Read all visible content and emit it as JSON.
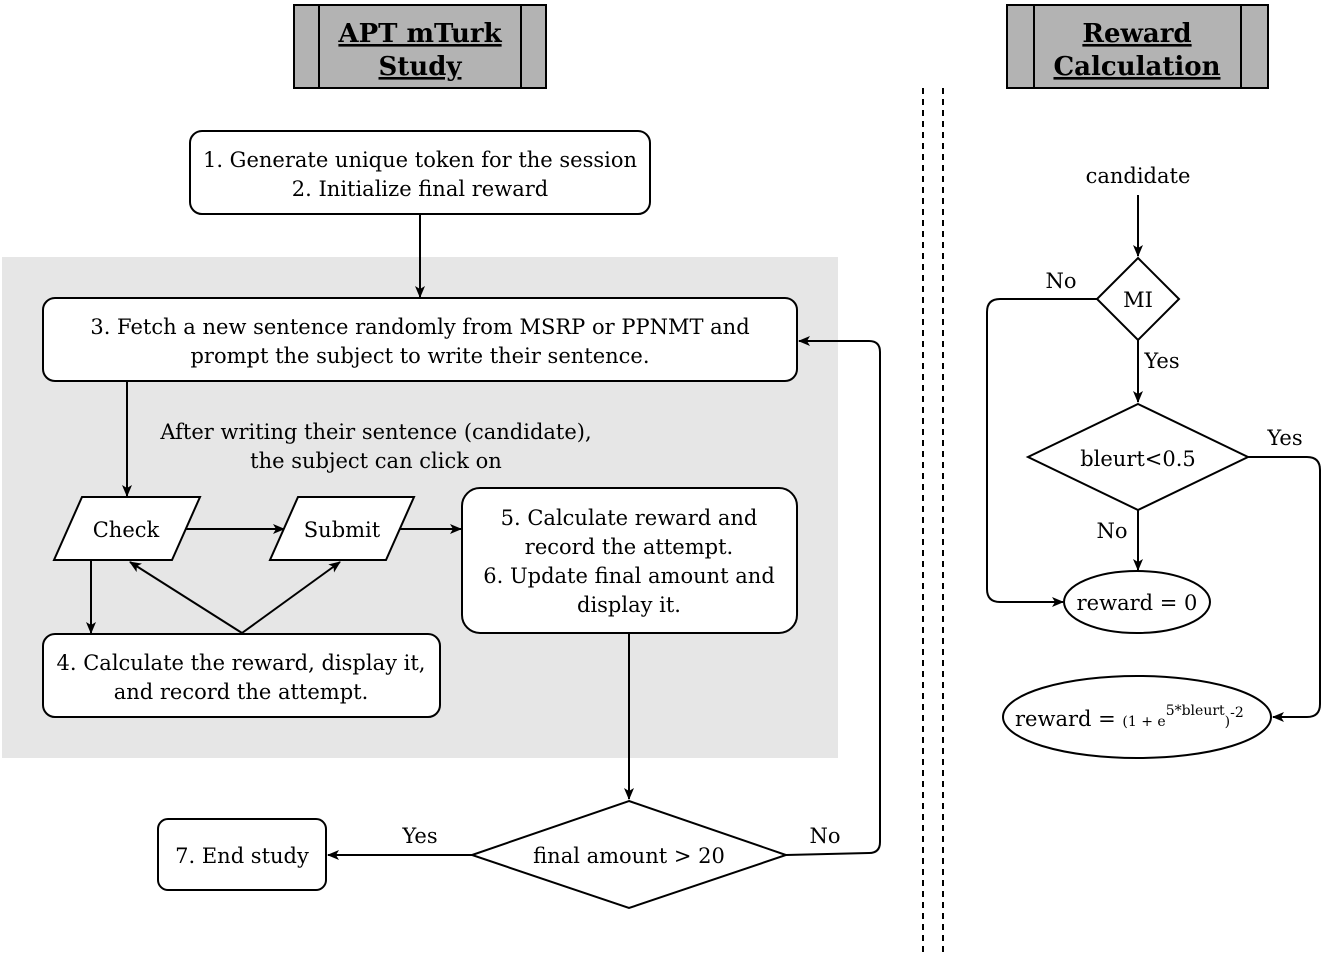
{
  "headers": {
    "left": [
      "APT mTurk",
      "Study"
    ],
    "right": [
      "Reward",
      "Calculation"
    ]
  },
  "left_flow": {
    "step_init": [
      "1. Generate unique token for the session",
      "2. Initialize final reward"
    ],
    "step_fetch": [
      "3. Fetch a new sentence randomly from MSRP or PPNMT and",
      "prompt the subject to write their sentence."
    ],
    "after_note": [
      "After writing their sentence (candidate),",
      "the subject can click on"
    ],
    "check_label": "Check",
    "submit_label": "Submit",
    "step_submit": [
      "5. Calculate reward and",
      "record the attempt.",
      "6. Update final amount and",
      "display it."
    ],
    "step_check": [
      "4. Calculate the reward, display it,",
      "and record the attempt."
    ],
    "decision": "final amount > 20",
    "yes_label": "Yes",
    "no_label": "No",
    "end": "7. End study"
  },
  "right_flow": {
    "candidate": "candidate",
    "mi": "MI",
    "mi_no": "No",
    "mi_yes": "Yes",
    "bleurt_cond": "bleurt<0.5",
    "bleurt_yes": "Yes",
    "bleurt_no": "No",
    "reward_zero": "reward = 0",
    "reward_formula_lhs": "reward = ",
    "reward_formula_base": "(1 + e",
    "reward_formula_exp": "5*bleurt",
    "reward_formula_close": ")",
    "reward_formula_pow": "-2"
  }
}
